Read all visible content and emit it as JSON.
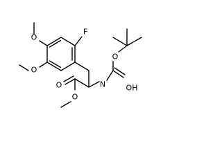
{
  "molecule": {
    "atoms": {
      "fluorine": "F",
      "methoxy_top_oxygen": "O",
      "methoxy_bottom_oxygen": "O",
      "boc_ether_oxygen": "O",
      "amide_nitrogen": "N",
      "carbamate_hydroxyl": "OH",
      "ester_carbonyl_oxygen": "O",
      "ester_ether_oxygen": "O"
    }
  }
}
